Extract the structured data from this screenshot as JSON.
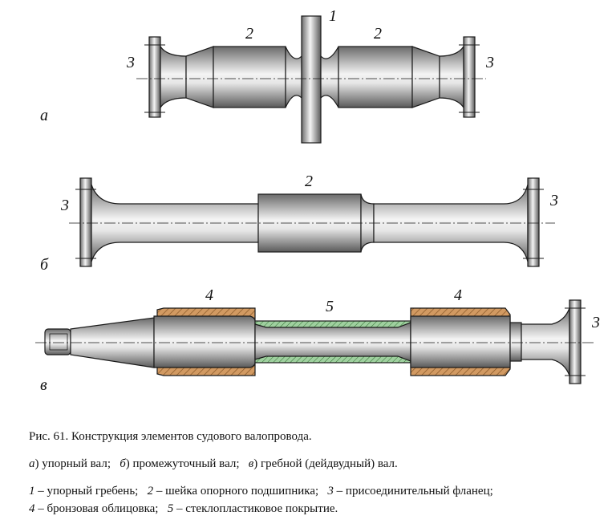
{
  "figure": {
    "labels": {
      "a": "а",
      "b": "б",
      "v": "в",
      "a_thrust_collar": "1",
      "a_journal_left": "2",
      "a_journal_right": "2",
      "a_flange_left": "3",
      "a_flange_right": "3",
      "b_journal": "2",
      "b_flange_left": "3",
      "b_flange_right": "3",
      "v_liner_left": "4",
      "v_coating": "5",
      "v_liner_right": "4",
      "v_flange": "3"
    }
  },
  "caption": {
    "title": "Рис. 61. Конструкция элементов судового валопровода.",
    "parts": [
      {
        "mark": "а",
        "text": ") упорный вал;"
      },
      {
        "mark": "б",
        "text": ") промежуточный вал;"
      },
      {
        "mark": "в",
        "text": ") гребной (дейдвудный) вал."
      }
    ],
    "legend_line1": [
      {
        "mark": "1",
        "text": " – упорный гребень;"
      },
      {
        "mark": "2",
        "text": " – шейка опорного подшипника;"
      },
      {
        "mark": "3",
        "text": " – присоединительный фланец;"
      }
    ],
    "legend_line2": [
      {
        "mark": "4",
        "text": " – бронзовая облицовка;"
      },
      {
        "mark": "5",
        "text": " – стеклопластиковое покрытие."
      }
    ]
  },
  "colors": {
    "steel_dark": "#6e6e6e",
    "steel_light": "#f2f2f2",
    "bronze": "#c9935b",
    "coating": "#7fbf7f",
    "outline": "#1a1a1a"
  }
}
